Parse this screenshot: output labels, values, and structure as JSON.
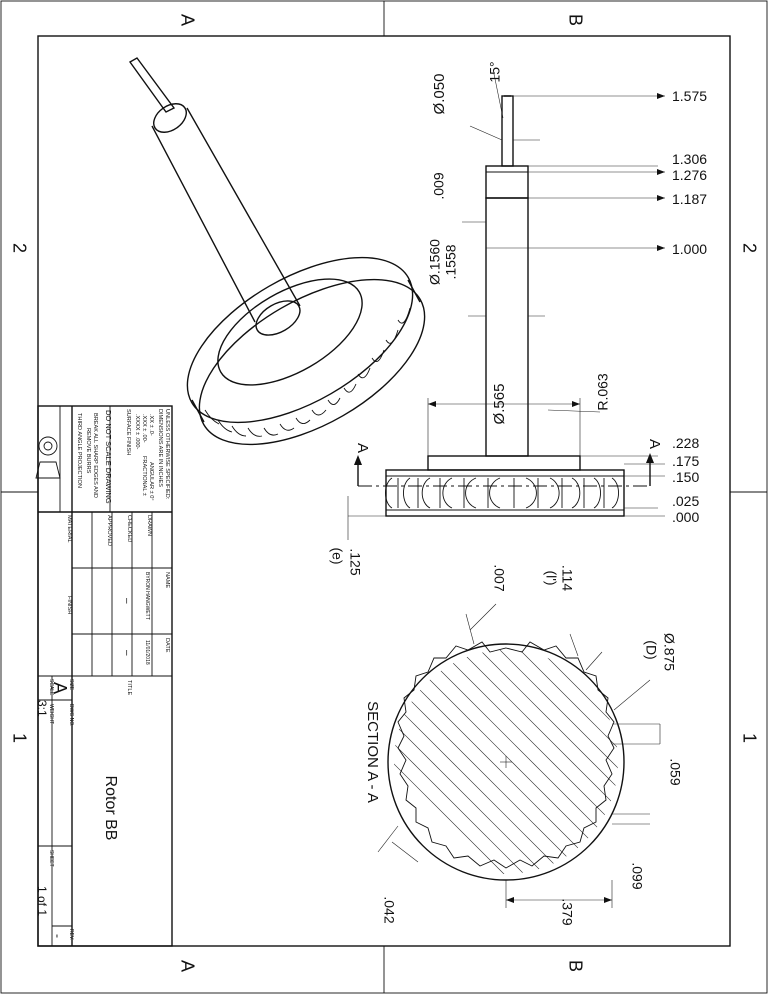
{
  "zone_letters": {
    "left": "A",
    "right": "B"
  },
  "zone_numbers": [
    "2",
    "1"
  ],
  "dimensions": {
    "d050": "Ø.050",
    "angle": "15°",
    "v1575": "1.575",
    "v1306": "1.306",
    "v1276": "1.276",
    "v1187": "1.187",
    "v1000": "1.000",
    "v009": ".009",
    "d1560": "Ø.1560",
    "d1558": ".1558",
    "d565": "Ø.565",
    "r063": "R.063",
    "v228": ".228",
    "v175": ".175",
    "v150": ".150",
    "v025": ".025",
    "v000": ".000",
    "v125": ".125",
    "e": "(e)",
    "v007": ".007",
    "v114": ".114",
    "l_prime": "(l')",
    "d875": "Ø.875",
    "d_label": "(D)",
    "v059": ".059",
    "v099": ".099",
    "v379": ".379",
    "v042": ".042"
  },
  "section_label": "SECTION A - A",
  "section_marker": "A",
  "title_block": {
    "notes": [
      "UNLESS OTHERWISE SPECIFIED:",
      "DIMENSIONS ARE IN INCHES",
      ".XX ± .0-",
      ".XXX ± .00-",
      ".XXXX ± .000-",
      "ANGULAR ± 0°",
      "FRACTIONAL ± ",
      "SURFACE FINISH"
    ],
    "dont_scale": "DO NOT SCALE DRAWING",
    "break_edges_1": "BREAK ALL SHARP EDGES AND",
    "break_edges_2": "REMOVE BURRS",
    "projection": "THIRD ANGLE PROJECTION",
    "hdr_name": "NAME",
    "hdr_date": "DATE",
    "drawn": "DRAWN",
    "checked": "CHECKED",
    "approved": "APPROVED",
    "material": "MATERIAL",
    "finish": "FINISH",
    "drawn_name": "BYRON HANGWETT",
    "drawn_date": "11/01/2018",
    "dash1": "–",
    "dash2": "–",
    "title_hdr": "TITLE",
    "title": "Rotor BB",
    "size_hdr": "SIZE",
    "size": "A",
    "dwg_hdr": "DWG NO.",
    "rev_hdr": "REV.",
    "rev": "-",
    "scale_hdr": "SCALE",
    "scale": "3:1",
    "weight_hdr": "WEIGHT",
    "sheet_hdr": "SHEET",
    "sheet": "1 of 1"
  }
}
